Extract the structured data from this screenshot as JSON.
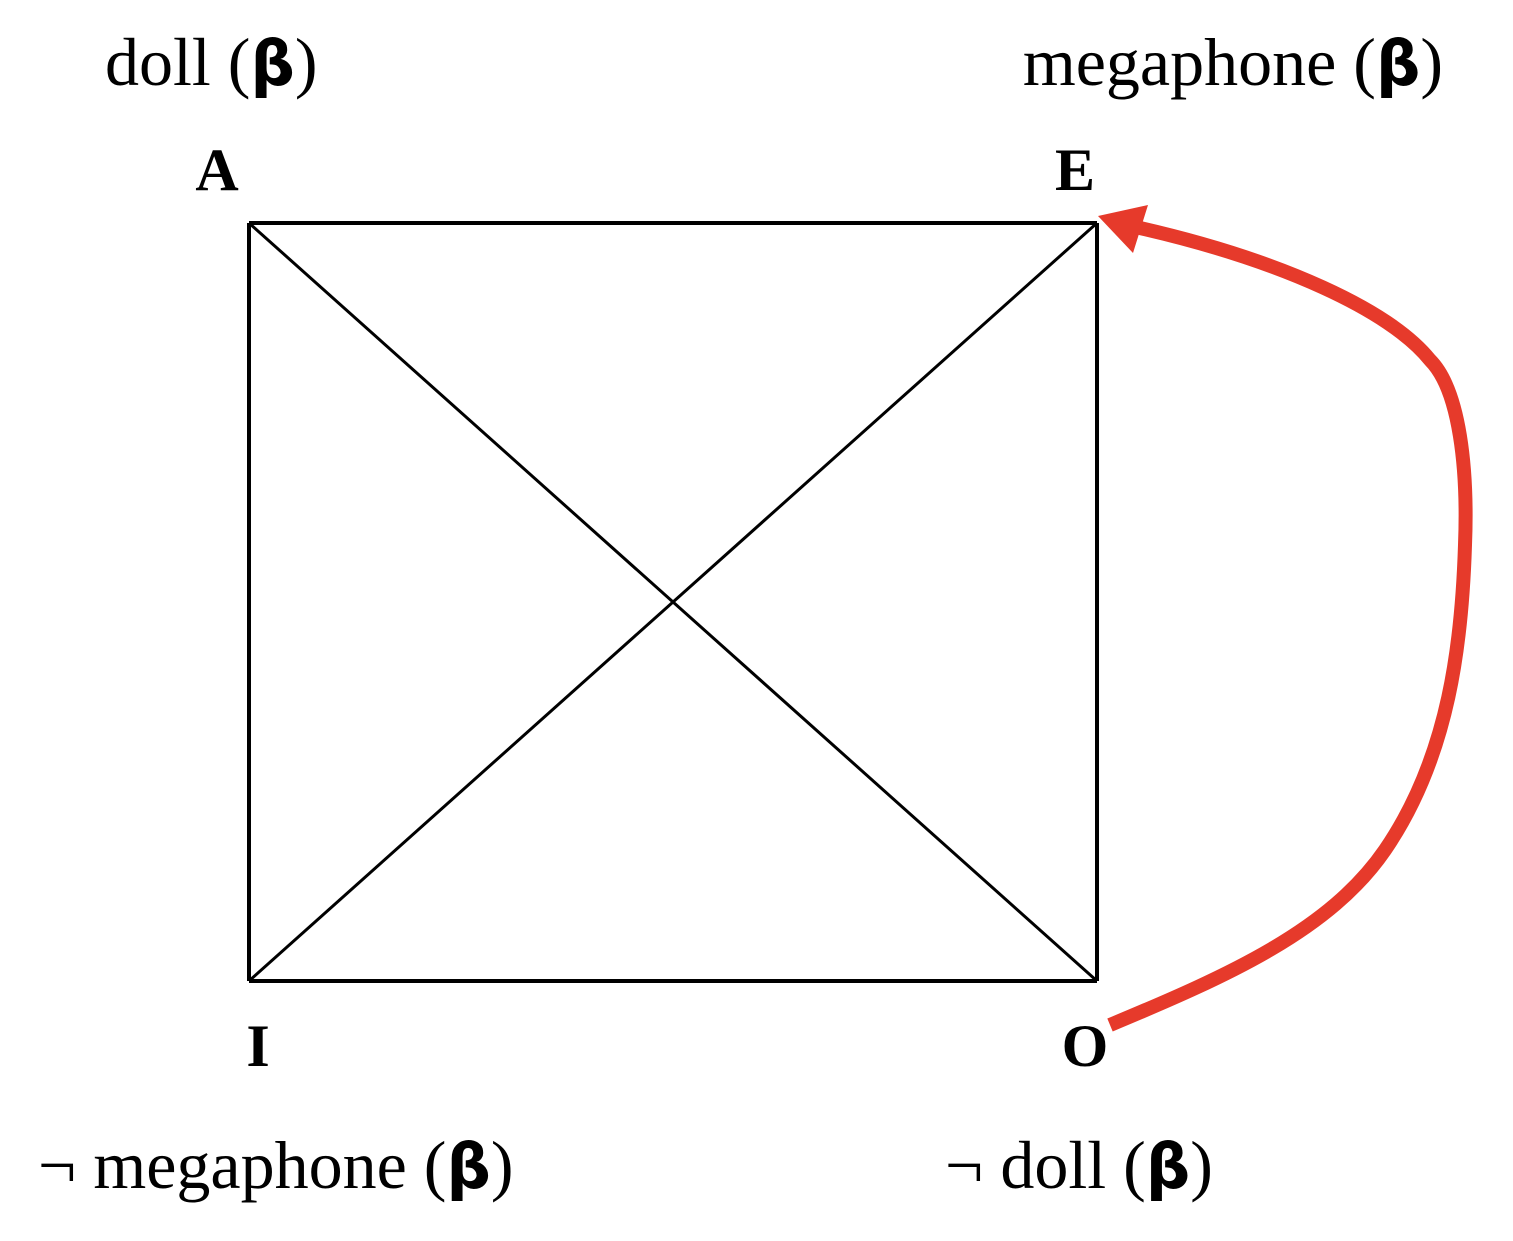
{
  "corners": {
    "a": {
      "letter": "A",
      "predicate": "doll",
      "negation": "",
      "variable": "β"
    },
    "e": {
      "letter": "E",
      "predicate": "megaphone",
      "negation": "",
      "variable": "β"
    },
    "i": {
      "letter": "I",
      "predicate": "megaphone",
      "negation": "¬",
      "variable": "β"
    },
    "o": {
      "letter": "O",
      "predicate": "doll",
      "negation": "¬",
      "variable": "β"
    }
  },
  "colors": {
    "lines": "#000000",
    "arrow": "#e63a2b"
  },
  "arrow": {
    "from": "O",
    "to": "E"
  }
}
